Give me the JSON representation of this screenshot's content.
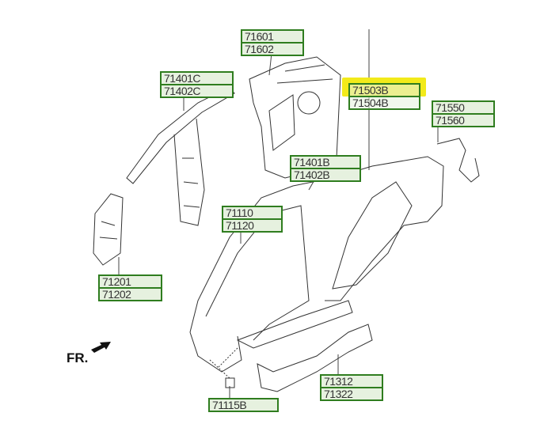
{
  "diagram": {
    "direction_label": "FR.",
    "highlight_color": "#f2ea1a",
    "label_border_color": "#2f7d1f",
    "callouts": [
      {
        "id": "quarter-inner-upper",
        "parts": [
          "71601",
          "71602"
        ]
      },
      {
        "id": "front-pillar-inner",
        "parts": [
          "71401C",
          "71402C"
        ]
      },
      {
        "id": "quarter-panel",
        "parts": [
          "71503B",
          "71504B"
        ],
        "highlighted": true
      },
      {
        "id": "rear-bracket",
        "parts": [
          "71550",
          "71560"
        ]
      },
      {
        "id": "side-outer-panel",
        "parts": [
          "71401B",
          "71402B"
        ]
      },
      {
        "id": "side-outer-front",
        "parts": [
          "71110",
          "71120"
        ]
      },
      {
        "id": "front-pillar-lower",
        "parts": [
          "71201",
          "71202"
        ]
      },
      {
        "id": "sill-panel",
        "parts": [
          "71312",
          "71322"
        ]
      },
      {
        "id": "bracket-small",
        "parts": [
          "71115B"
        ]
      }
    ]
  }
}
